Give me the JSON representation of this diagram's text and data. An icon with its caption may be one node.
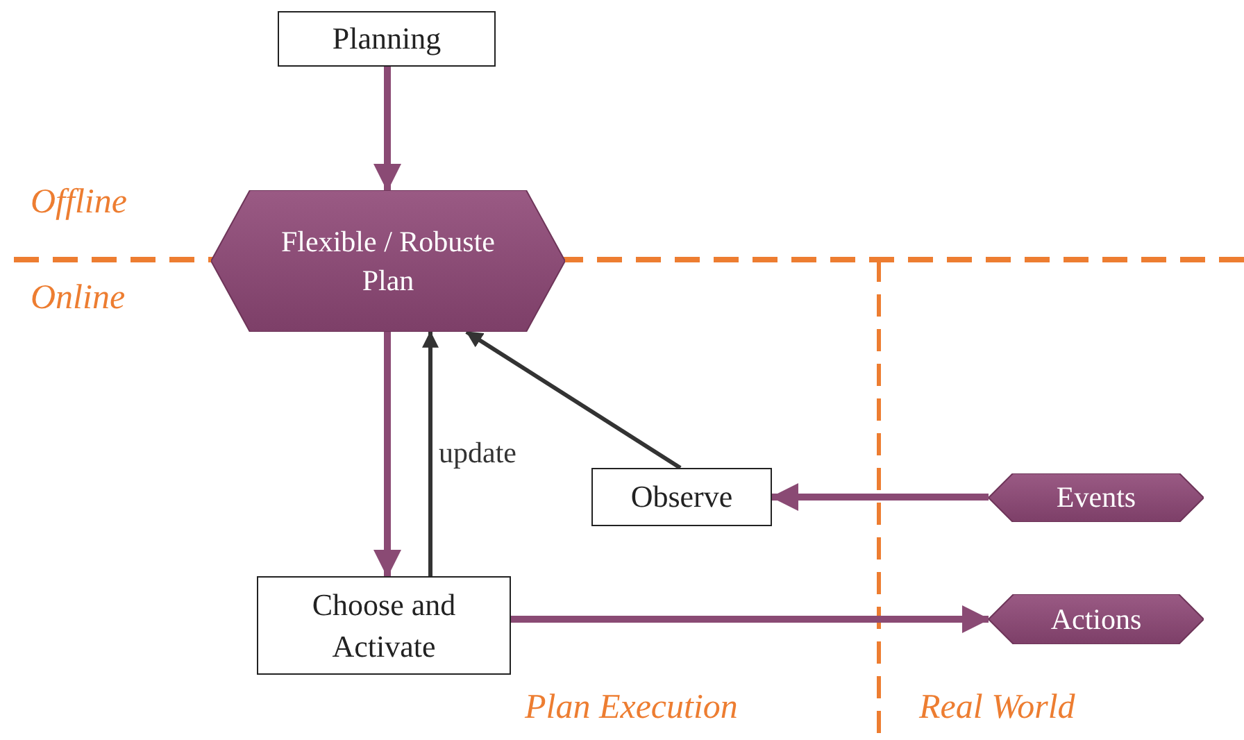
{
  "diagram": {
    "nodes": [
      {
        "text": [
          "Planning"
        ]
      },
      {
        "text": [
          "Flexible / Robuste Plan"
        ]
      },
      {
        "text": [
          "Observe"
        ]
      },
      {
        "text": [
          "Events"
        ]
      },
      {
        "text": [
          "Choose and Activate"
        ]
      },
      {
        "text": [
          "Actions"
        ]
      }
    ],
    "edges": [
      {
        "from": 0,
        "to": 1,
        "arrow": "to"
      },
      {
        "from": 1,
        "to": 4,
        "arrow": "to"
      },
      {
        "from": 4,
        "to": 1,
        "arrow": "to",
        "label": "update",
        "color": "#333333"
      },
      {
        "from": 2,
        "to": 1,
        "arrow": "to",
        "color": "#333333"
      },
      {
        "from": 3,
        "to": 2,
        "arrow": "to"
      },
      {
        "from": 4,
        "to": 5,
        "arrow": "to"
      }
    ],
    "labels": [
      "Offline",
      "Online",
      "Plan Execution",
      "Real World"
    ]
  }
}
